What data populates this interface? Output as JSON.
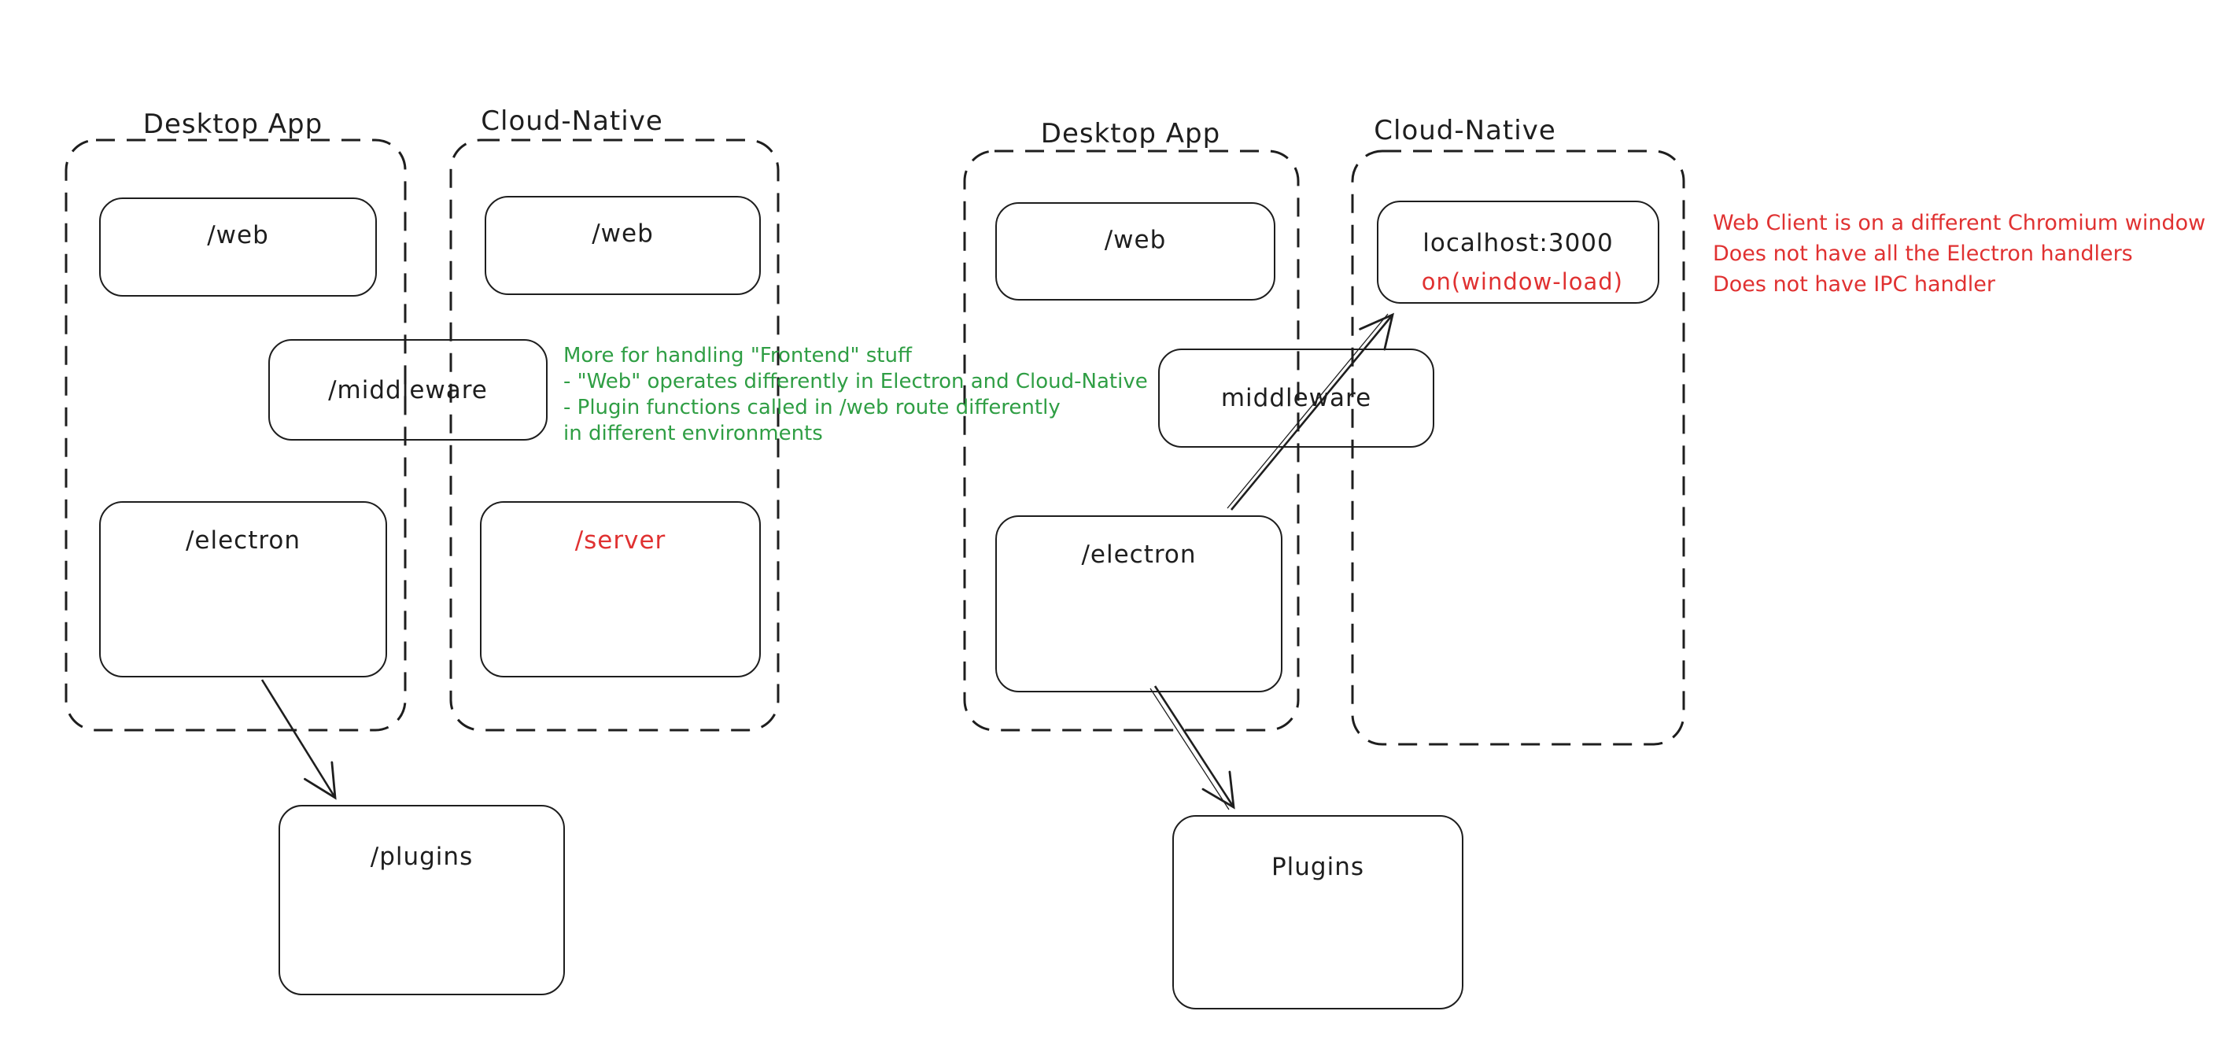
{
  "colors": {
    "stroke": "#1e1e1e",
    "green": "#2f9e44",
    "red": "#e03131",
    "background": "#ffffff"
  },
  "left_diagram": {
    "desktop_app": {
      "title": "Desktop App",
      "web_label": "/web",
      "electron_label": "/electron"
    },
    "cloud_native": {
      "title": "Cloud-Native",
      "web_label": "/web",
      "server_label": "/server"
    },
    "middleware_label": "/middleware",
    "plugins_label": "/plugins",
    "green_note": {
      "lines": [
        "More for handling \"Frontend\" stuff",
        "- \"Web\" operates differently in Electron and Cloud-Native",
        "- Plugin functions called in /web route differently",
        "in different environments"
      ]
    }
  },
  "right_diagram": {
    "desktop_app": {
      "title": "Desktop App",
      "web_label": "/web",
      "electron_label": "/electron"
    },
    "cloud_native": {
      "title": "Cloud-Native",
      "localhost_label": "localhost:3000",
      "window_load_label": "on(window-load)"
    },
    "middleware_label": "middleware",
    "plugins_label": "Plugins",
    "red_note": {
      "lines": [
        "Web Client is on a different Chromium window",
        "Does not have all the Electron handlers",
        "Does not have IPC handler"
      ]
    }
  }
}
